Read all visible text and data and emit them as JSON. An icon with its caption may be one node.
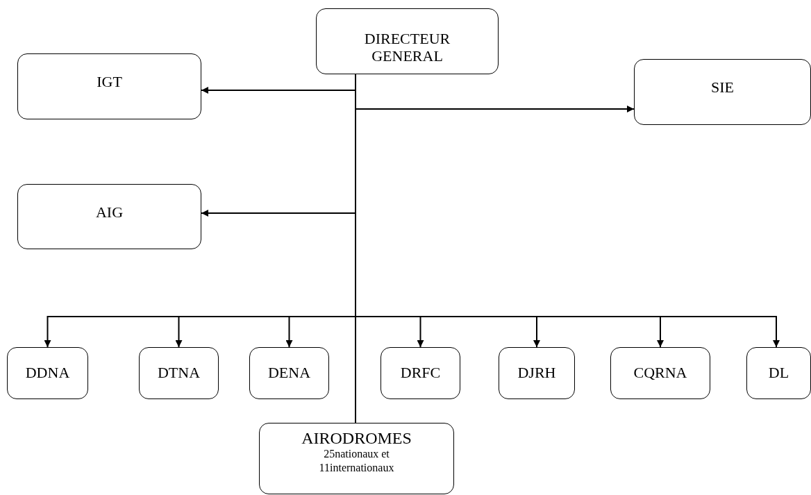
{
  "diagram": {
    "nodes": [
      {
        "text": [
          "DIRECTEUR GENERAL"
        ]
      },
      {
        "text": [
          "IGT"
        ]
      },
      {
        "text": [
          "SIE"
        ]
      },
      {
        "text": [
          "AIG"
        ]
      },
      {
        "text": [
          "DDNA"
        ]
      },
      {
        "text": [
          "DTNA"
        ]
      },
      {
        "text": [
          "DENA"
        ]
      },
      {
        "text": [
          "DRFC"
        ]
      },
      {
        "text": [
          "DJRH"
        ]
      },
      {
        "text": [
          "CQRNA"
        ]
      },
      {
        "text": [
          "DL"
        ]
      },
      {
        "text": [
          "AIRODROMES",
          "25nationaux et 11internationaux"
        ]
      }
    ],
    "edges": [
      {
        "from": 0,
        "to": 1,
        "arrow": "to"
      },
      {
        "from": 0,
        "to": 2,
        "arrow": "to"
      },
      {
        "from": 0,
        "to": 3,
        "arrow": "to"
      },
      {
        "from": 0,
        "to": 4,
        "arrow": "to"
      },
      {
        "from": 0,
        "to": 5,
        "arrow": "to"
      },
      {
        "from": 0,
        "to": 6,
        "arrow": "to"
      },
      {
        "from": 0,
        "to": 7,
        "arrow": "to"
      },
      {
        "from": 0,
        "to": 8,
        "arrow": "to"
      },
      {
        "from": 0,
        "to": 9,
        "arrow": "to"
      },
      {
        "from": 0,
        "to": 10,
        "arrow": "to"
      },
      {
        "from": 0,
        "to": 11,
        "arrow": "none"
      }
    ]
  }
}
